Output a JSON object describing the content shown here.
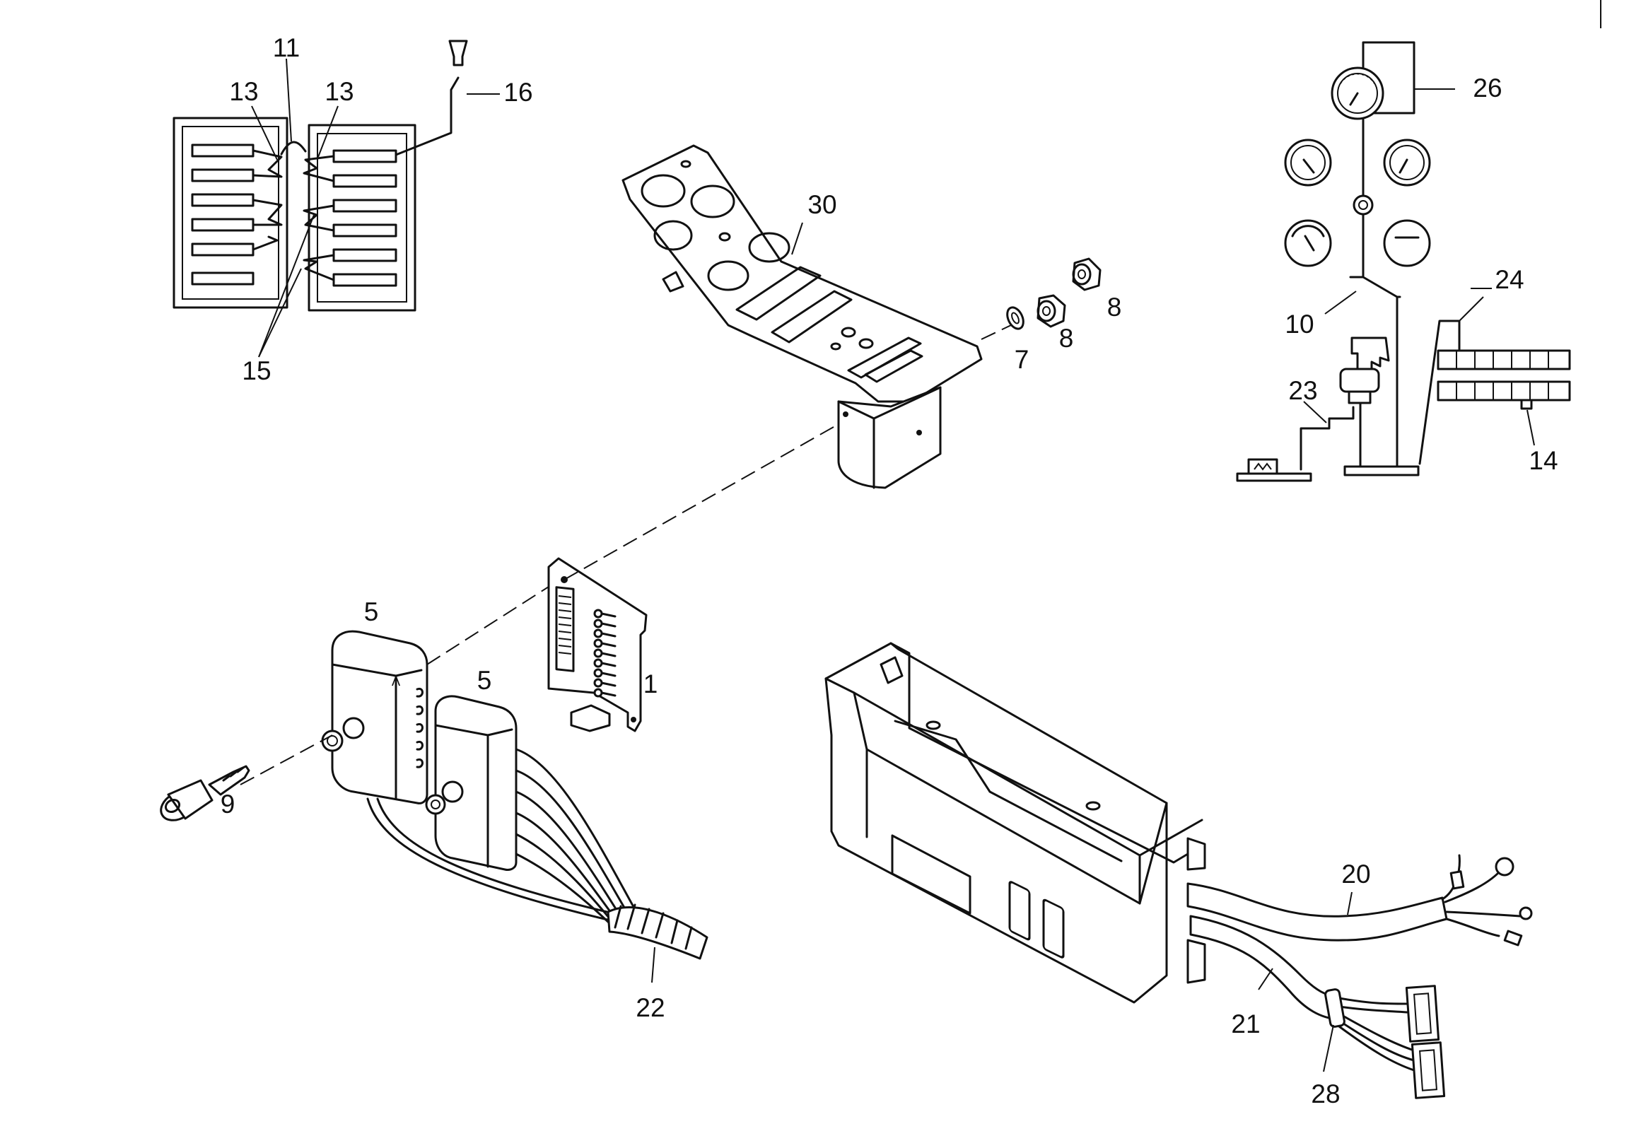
{
  "diagram": {
    "callouts": {
      "c1": "1",
      "c5a": "5",
      "c5b": "5",
      "c7": "7",
      "c8a": "8",
      "c8b": "8",
      "c9": "9",
      "c10": "10",
      "c11": "11",
      "c13a": "13",
      "c13b": "13",
      "c14": "14",
      "c15": "15",
      "c16": "16",
      "c20": "20",
      "c21": "21",
      "c22": "22",
      "c23": "23",
      "c24": "24",
      "c26": "26",
      "c28": "28",
      "c30": "30"
    }
  }
}
